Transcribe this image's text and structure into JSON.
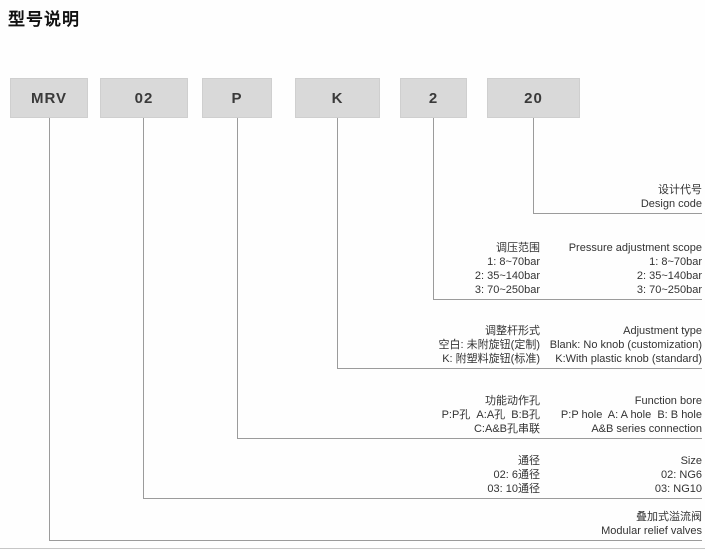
{
  "title": "型号说明",
  "colors": {
    "box_background": "#d9d9d9",
    "connector_line": "#9b9b9b",
    "text": "#333333"
  },
  "model_code": {
    "segments": [
      "MRV",
      "02",
      "P",
      "K",
      "2",
      "20"
    ]
  },
  "sections": {
    "design_code": {
      "zh": "设计代号",
      "en": "Design code"
    },
    "pressure": {
      "header_zh": "调压范围",
      "header_en": "Pressure adjustment scope",
      "rows": [
        {
          "zh": "1: 8~70bar",
          "en": "1: 8~70bar"
        },
        {
          "zh": "2: 35~140bar",
          "en": "2: 35~140bar"
        },
        {
          "zh": "3: 70~250bar",
          "en": "3: 70~250bar"
        }
      ]
    },
    "adjustment": {
      "header_zh": "调整杆形式",
      "header_en": "Adjustment type",
      "rows": [
        {
          "zh": "空白: 未附旋钮(定制)",
          "en": "Blank: No knob (customization)"
        },
        {
          "zh": "K: 附塑料旋钮(标准)",
          "en": "K:With plastic knob (standard)"
        }
      ]
    },
    "function_bore": {
      "header_zh": "功能动作孔",
      "header_en": "Function bore",
      "rows": [
        {
          "zh": "P:P孔  A:A孔  B:B孔",
          "en": "P:P hole  A: A hole  B: B hole"
        },
        {
          "zh": "C:A&B孔串联",
          "en": "A&B series connection"
        }
      ]
    },
    "size": {
      "header_zh": "通径",
      "header_en": "Size",
      "rows": [
        {
          "zh": "02: 6通径",
          "en": "02: NG6"
        },
        {
          "zh": "03: 10通径",
          "en": "03: NG10"
        }
      ]
    },
    "product": {
      "zh": "叠加式溢流阀",
      "en": "Modular relief valves"
    }
  }
}
